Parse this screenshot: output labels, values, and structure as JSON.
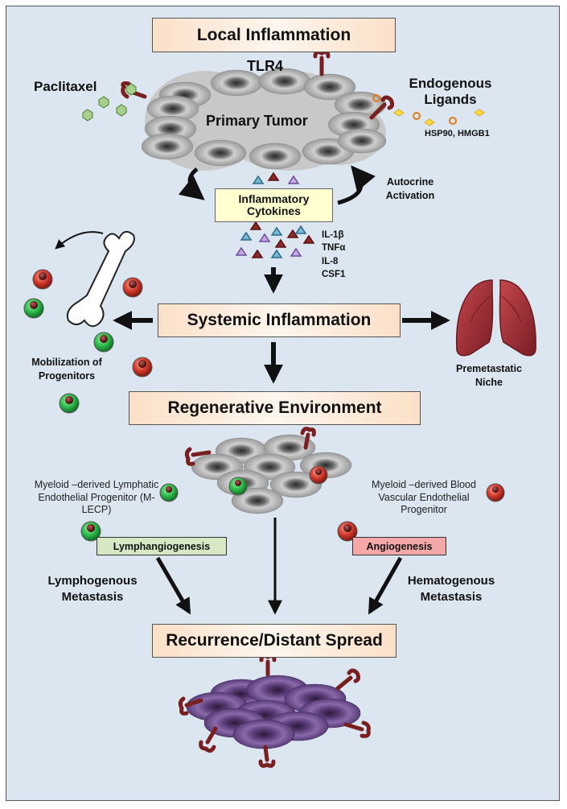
{
  "boxes": {
    "local": "Local Inflammation",
    "cytokines": "Inflammatory Cytokines",
    "systemic": "Systemic Inflammation",
    "regenerative": "Regenerative Environment",
    "recurrence": "Recurrence/Distant Spread",
    "lymphangiogenesis": "Lymphangiogenesis",
    "angiogenesis": "Angiogenesis"
  },
  "labels": {
    "tlr4": "TLR4",
    "paclitaxel": "Paclitaxel",
    "endogenous_ligands": "Endogenous Ligands",
    "hsp": "HSP90, HMGB1",
    "primary_tumor": "Primary Tumor",
    "autocrine": "Autocrine Activation",
    "cytokine_list": [
      "IL-1β",
      "TNFα",
      "IL-8",
      "CSF1"
    ],
    "mobilization": "Mobilization of Progenitors",
    "premetastatic": "Premetastatic Niche",
    "mlecp": "Myeloid –derived Lymphatic Endothelial Progenitor (M-LECP)",
    "blood_progenitor": "Myeloid –derived Blood Vascular Endothelial Progenitor",
    "lymphogenous": "Lymphogenous Metastasis",
    "hematogenous": "Hematogenous Metastasis"
  },
  "colors": {
    "background": "#dce6f1",
    "box_fill": "#fbe0c8",
    "receptor": "#7a1f1f",
    "green_cell": "#2eb84a",
    "red_cell": "#d0382a",
    "tumor_gray": "#b5b5b5",
    "metastasis_purple": "#6b4a8c",
    "lung": "#a8363d"
  }
}
